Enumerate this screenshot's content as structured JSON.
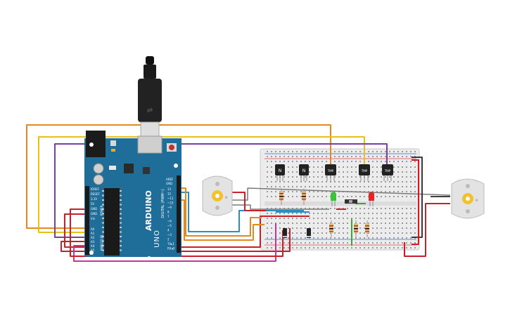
{
  "arduino": {
    "brand": "ARDUINO",
    "model": "UNO",
    "digital_label": "DIGITAL (PWM~)",
    "aref": "AREF",
    "gnd": "GND",
    "digital_pins": [
      "13",
      "12",
      "~11",
      "~10",
      "~9",
      "8",
      "7",
      "~6",
      "~5",
      "4",
      "~3",
      "2",
      "TX▸1",
      "RX◂0"
    ],
    "power_label": "POWER",
    "analog_label": "ANALOG IN",
    "power_pins": [
      "IOREF",
      "RESET",
      "3.3V",
      "5V",
      "GND",
      "GND",
      "Vin"
    ],
    "analog_pins": [
      "A0",
      "A1",
      "A2",
      "A3",
      "A4",
      "A5"
    ]
  },
  "transistors": {
    "npn": "N",
    "tmp": "TMP"
  },
  "motor_label": "M",
  "colors": {
    "board": "#1f6d99",
    "wire_orange": "#e38a1e",
    "wire_yellow": "#e8c21a",
    "wire_purple": "#7b3fa0",
    "wire_red": "#c8202a",
    "wire_magenta": "#c2359a",
    "wire_blue": "#2a8fc0",
    "wire_green": "#3aa63a",
    "wire_gray": "#7a7a7a"
  }
}
